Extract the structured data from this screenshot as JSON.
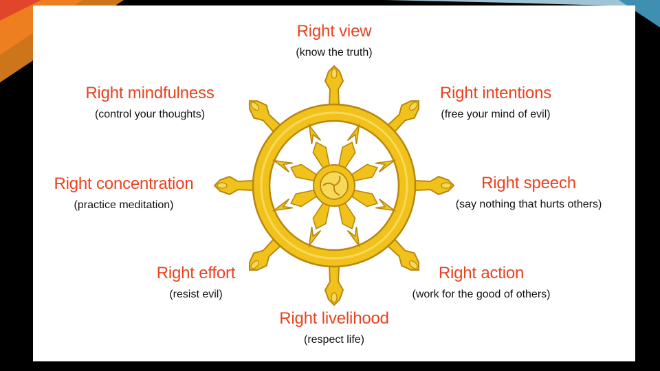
{
  "colors": {
    "title": "#e9421f",
    "subtitle": "#111111",
    "wheel_gold": "#f2c21c",
    "wheel_outline": "#b8860b",
    "background": "#000000",
    "panel": "#ffffff"
  },
  "path": [
    {
      "title": "Right view",
      "subtitle": "(know the truth)"
    },
    {
      "title": "Right intentions",
      "subtitle": "(free your mind of evil)"
    },
    {
      "title": "Right speech",
      "subtitle": "(say nothing that hurts others)"
    },
    {
      "title": "Right action",
      "subtitle": "(work for the good of others)"
    },
    {
      "title": "Right livelihood",
      "subtitle": "(respect life)"
    },
    {
      "title": "Right effort",
      "subtitle": "(resist evil)"
    },
    {
      "title": "Right concentration",
      "subtitle": "(practice meditation)"
    },
    {
      "title": "Right mindfulness",
      "subtitle": "(control your thoughts)"
    }
  ]
}
